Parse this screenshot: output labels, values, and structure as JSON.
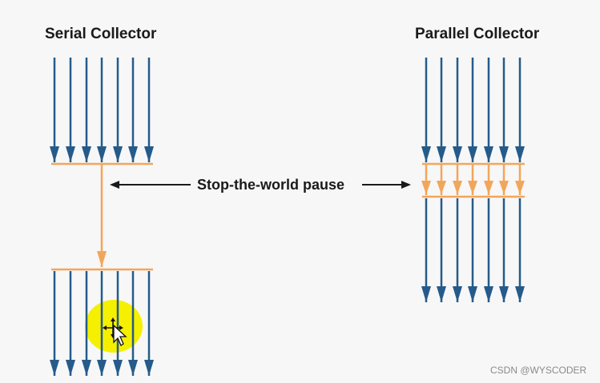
{
  "serial": {
    "title": "Serial Collector",
    "app_threads": 7,
    "gc_threads": 1
  },
  "parallel": {
    "title": "Parallel Collector",
    "app_threads": 7,
    "gc_threads": 7
  },
  "pause_label": "Stop-the-world pause",
  "watermark": "CSDN @WYSCODER",
  "colors": {
    "app_thread": "#255b8a",
    "gc_thread": "#f2a65a",
    "text": "#1a1a1a",
    "highlight": "#f5f000"
  },
  "icons": {
    "cursor": "move-cursor-icon"
  }
}
